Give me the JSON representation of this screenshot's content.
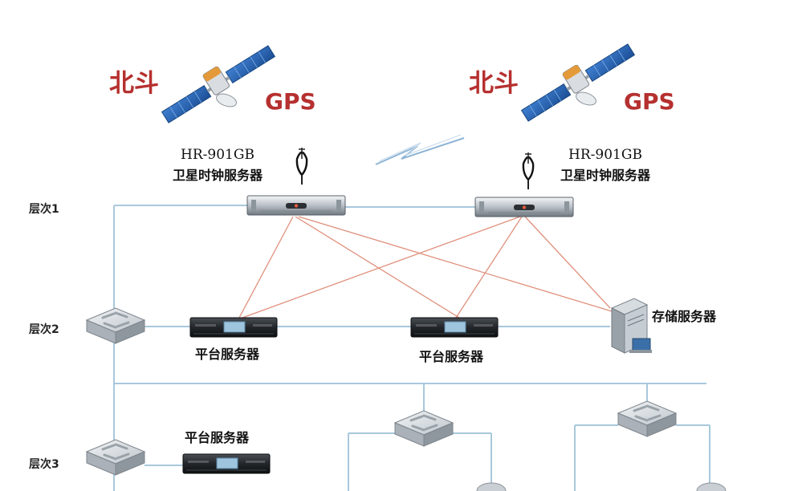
{
  "satellites": [
    {
      "beidou_label": "北斗",
      "gps_label": "GPS"
    },
    {
      "beidou_label": "北斗",
      "gps_label": "GPS"
    }
  ],
  "clock_servers": [
    {
      "model": "HR-901GB",
      "name": "卫星时钟服务器"
    },
    {
      "model": "HR-901GB",
      "name": "卫星时钟服务器"
    }
  ],
  "layers": {
    "layer1": "层次1",
    "layer2": "层次2",
    "layer3": "层次3"
  },
  "devices": {
    "platform_server_1": "平台服务器",
    "platform_server_2": "平台服务器",
    "platform_server_3": "平台服务器",
    "storage_server": "存储服务器"
  },
  "colors": {
    "satellite_label": "#b5302f",
    "network_line": "#a8c8dc",
    "sync_line": "#e0907c",
    "solar_panel": "#2a64b0"
  }
}
